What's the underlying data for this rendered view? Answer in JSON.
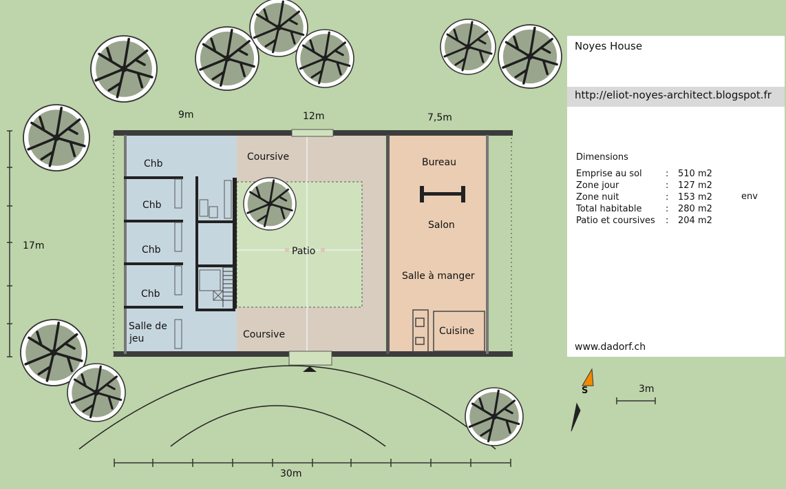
{
  "colors": {
    "lawn": "#bed4aa",
    "patio": "#cfe2bd",
    "night_zone": "#c6d6df",
    "day_zone": "#eacdb3",
    "coursive": "#d8cdbf",
    "walls": "#3c3c3c",
    "compass_tip": "#f28a00"
  },
  "info": {
    "title": "Noyes House",
    "url": "http://eliot-noyes-architect.blogspot.fr",
    "dims_heading": "Dimensions",
    "rows": [
      {
        "label": "Emprise au sol",
        "sep": ":",
        "value": "510 m2"
      },
      {
        "label": "Zone jour",
        "sep": ":",
        "value": "127 m2"
      },
      {
        "label": "Zone nuit",
        "sep": ":",
        "value": "153 m2"
      },
      {
        "label": "Total habitable",
        "sep": ":",
        "value": "280 m2"
      },
      {
        "label": "Patio et coursives",
        "sep": ":",
        "value": "204 m2"
      }
    ],
    "env_note": "env",
    "credit": "www.dadorf.ch"
  },
  "dimensions": {
    "left_wing": "9m",
    "center": "12m",
    "right_wing": "7,5m",
    "depth": "17m",
    "total_length": "30m",
    "scale_bar": "3m"
  },
  "rooms": {
    "chb1": "Chb",
    "chb2": "Chb",
    "chb3": "Chb",
    "chb4": "Chb",
    "salle_de_jeu_1": "Salle de",
    "salle_de_jeu_2": "jeu",
    "coursive_top": "Coursive",
    "coursive_bottom": "Coursive",
    "patio": "Patio",
    "bureau": "Bureau",
    "salon": "Salon",
    "salle_a_manger": "Salle à manger",
    "cuisine": "Cuisine"
  },
  "compass": {
    "letter": "S"
  }
}
